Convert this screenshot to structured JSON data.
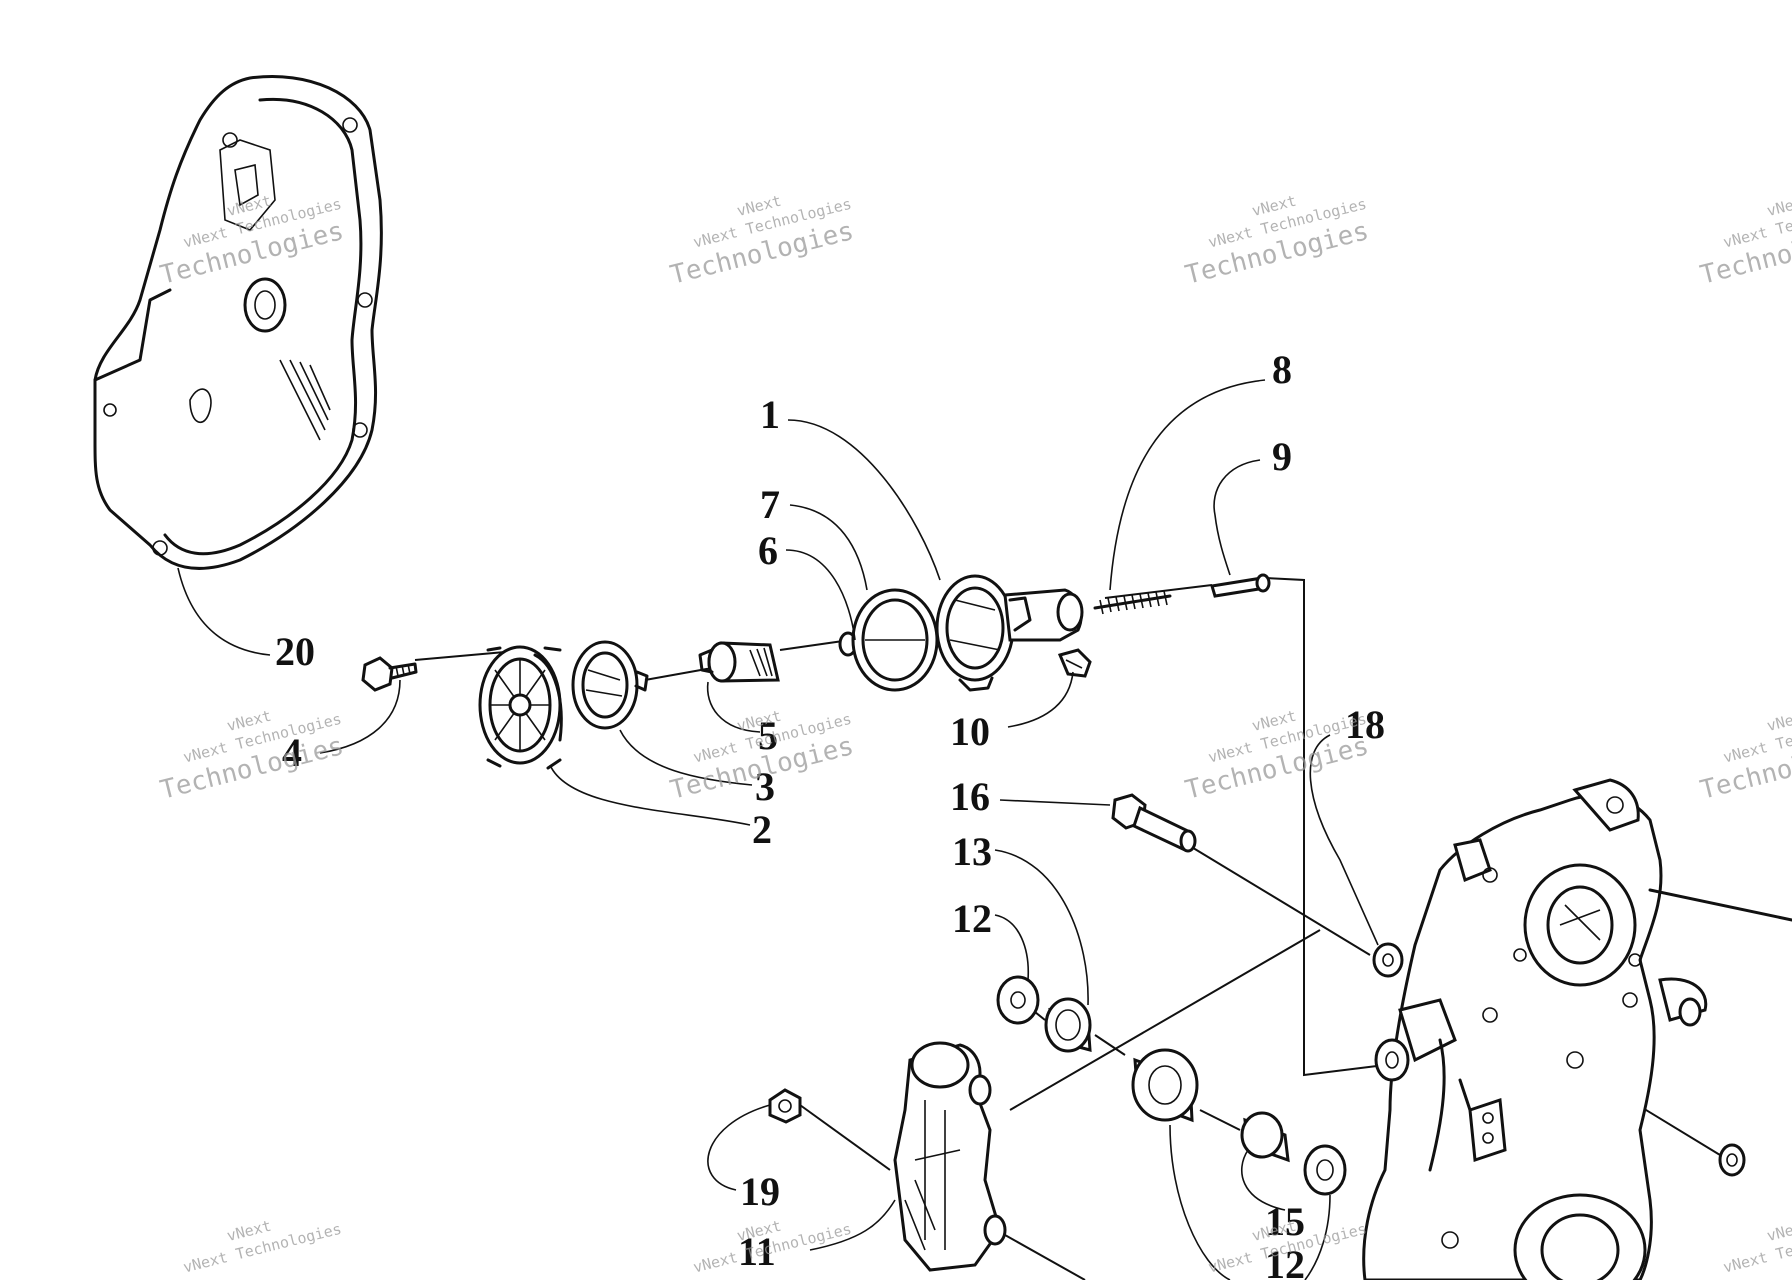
{
  "diagram": {
    "callouts": [
      {
        "id": "1",
        "label": "1"
      },
      {
        "id": "2",
        "label": "2"
      },
      {
        "id": "3",
        "label": "3"
      },
      {
        "id": "4",
        "label": "4"
      },
      {
        "id": "5",
        "label": "5"
      },
      {
        "id": "6",
        "label": "6"
      },
      {
        "id": "7",
        "label": "7"
      },
      {
        "id": "8",
        "label": "8"
      },
      {
        "id": "9",
        "label": "9"
      },
      {
        "id": "10",
        "label": "10"
      },
      {
        "id": "11",
        "label": "11"
      },
      {
        "id": "12",
        "label": "12"
      },
      {
        "id": "12b",
        "label": "12"
      },
      {
        "id": "13",
        "label": "13"
      },
      {
        "id": "15",
        "label": "15"
      },
      {
        "id": "16",
        "label": "16"
      },
      {
        "id": "18",
        "label": "18"
      },
      {
        "id": "19",
        "label": "19"
      },
      {
        "id": "20",
        "label": "20"
      }
    ],
    "watermark": {
      "line1": "vNext",
      "line2": "vNext Technologies",
      "line3": "Technologies"
    }
  }
}
